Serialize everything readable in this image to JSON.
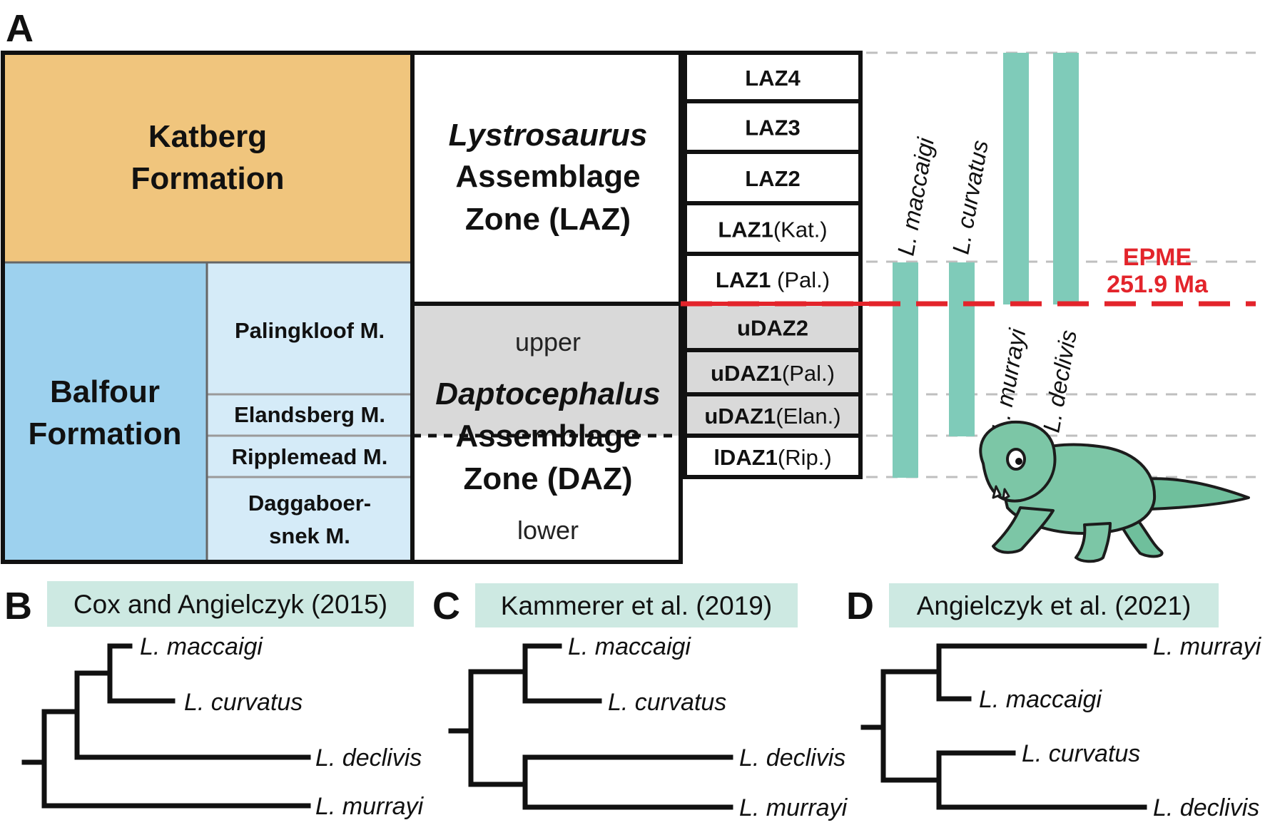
{
  "panel_labels": {
    "a": "A",
    "b": "B",
    "c": "C",
    "d": "D"
  },
  "colors": {
    "katberg": "#f0c57d",
    "balfour": "#9dd1ee",
    "member": "#d5ebf8",
    "daz_upper": "#d9d9d9",
    "laz_bar": "#7fcbb9",
    "epme": "#e3242b",
    "citation_bg": "#cde9e2",
    "dashed": "#bfbfbf"
  },
  "formations": {
    "katberg": {
      "line1": "Katberg",
      "line2": "Formation"
    },
    "balfour": {
      "line1": "Balfour",
      "line2": "Formation"
    }
  },
  "members": {
    "palingkloof": "Palingkloof M.",
    "elandsberg": "Elandsberg M.",
    "ripplemead": "Ripplemead M.",
    "daggaboer_1": "Daggaboer-",
    "daggaboer_2": "snek M."
  },
  "assemblage_zones": {
    "laz": {
      "line1": "Lystrosaurus",
      "line2": "Assemblage",
      "line3": "Zone (LAZ)"
    },
    "daz": {
      "upper": "upper",
      "line1": "Daptocephalus",
      "line2": "Assemblage",
      "line3": "Zone (DAZ)",
      "lower": "lower"
    }
  },
  "subzones": [
    {
      "bold": "LAZ4",
      "light": ""
    },
    {
      "bold": "LAZ3",
      "light": ""
    },
    {
      "bold": "LAZ2",
      "light": ""
    },
    {
      "bold": "LAZ1",
      "light": "(Kat.)"
    },
    {
      "bold": "LAZ1",
      "light": " (Pal.)"
    },
    {
      "bold": "uDAZ2",
      "light": ""
    },
    {
      "bold": "uDAZ1",
      "light": "(Pal.)"
    },
    {
      "bold": "uDAZ1",
      "light": "(Elan.)"
    },
    {
      "bold": "lDAZ1",
      "light": "(Rip.)"
    }
  ],
  "ranges": {
    "maccaigi": "L. maccaigi",
    "curvatus": "L. curvatus",
    "murrayi": "L. murrayi",
    "declivis": "L. declivis"
  },
  "epme": {
    "line1": "EPME",
    "line2": "251.9 Ma"
  },
  "trees": {
    "b": {
      "citation": "Cox and Angielczyk (2015)",
      "tips": [
        "L. maccaigi",
        "L. curvatus",
        "L. declivis",
        "L. murrayi"
      ]
    },
    "c": {
      "citation": "Kammerer et al. (2019)",
      "tips": [
        "L. maccaigi",
        "L. curvatus",
        "L. declivis",
        "L. murrayi"
      ]
    },
    "d": {
      "citation": "Angielczyk et al. (2021)",
      "tips": [
        "L. murrayi",
        "L. maccaigi",
        "L. curvatus",
        "L. declivis"
      ]
    }
  }
}
